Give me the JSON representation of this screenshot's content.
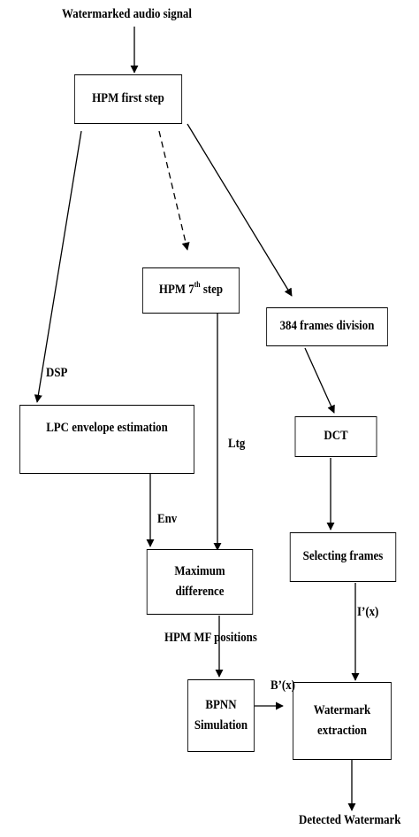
{
  "diagram": {
    "input_label": "Watermarked audio signal",
    "nodes": {
      "hpm_first": "HPM first step",
      "hpm_seventh_pre": "HPM 7",
      "hpm_seventh_sup": "th",
      "hpm_seventh_post": " step",
      "frames_division": "384 frames division",
      "lpc": "LPC envelope estimation",
      "dct": "DCT",
      "max_diff_line1": "Maximum",
      "max_diff_line2": "difference",
      "selecting_frames": "Selecting frames",
      "bpnn_line1": "BPNN",
      "bpnn_line2": "Simulation",
      "wm_line1": "Watermark",
      "wm_line2": "extraction"
    },
    "edge_labels": {
      "dsp": "DSP",
      "ltg": "Ltg",
      "env": "Env",
      "i_prime": "I’(x)",
      "hpm_mf": "HPM MF positions",
      "b_prime": "B’(x)"
    },
    "output_label": "Detected Watermark"
  }
}
